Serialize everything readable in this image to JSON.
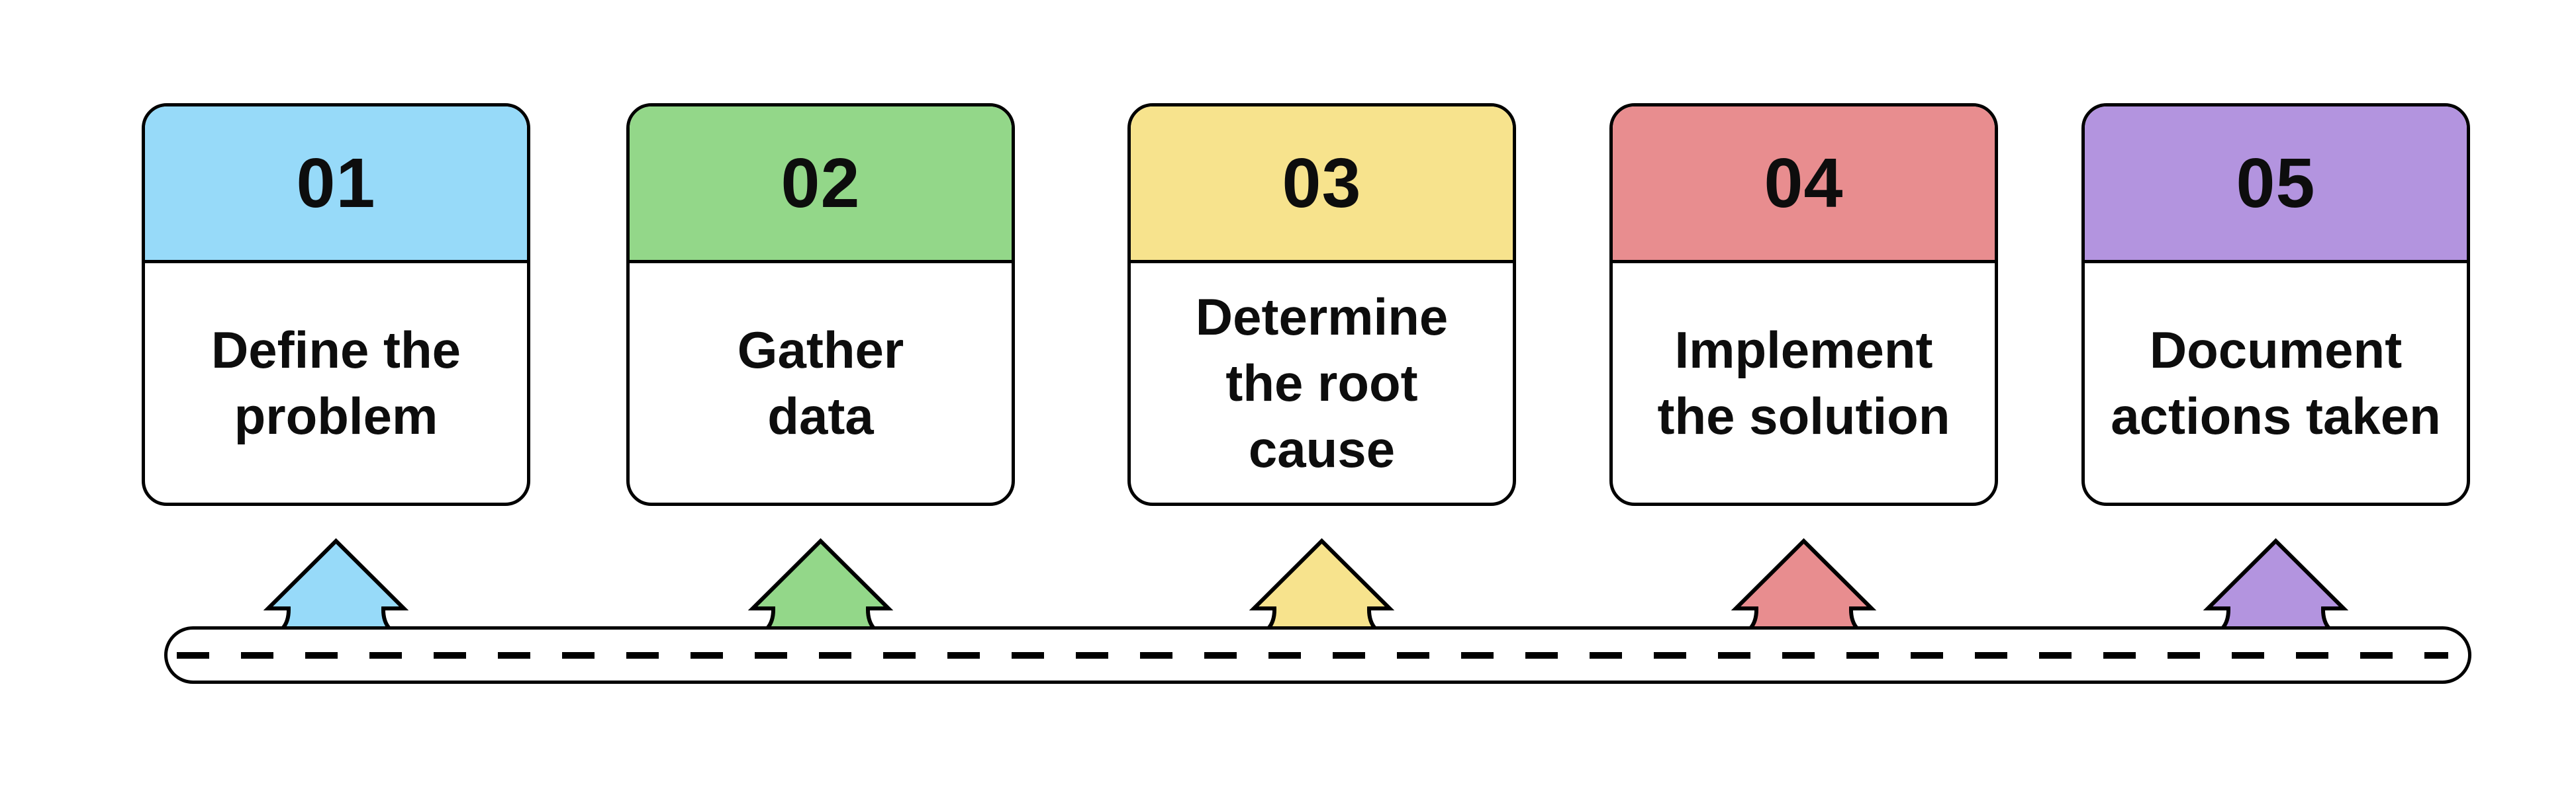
{
  "diagram": {
    "background": "#ffffff",
    "outline_color": "#000000",
    "text_color": "#0d0d0d",
    "steps": [
      {
        "number": "01",
        "title": "Define the problem",
        "lines": [
          "Define the",
          "problem"
        ],
        "color": "#97DAF9"
      },
      {
        "number": "02",
        "title": "Gather data",
        "lines": [
          "Gather",
          "data"
        ],
        "color": "#93D789"
      },
      {
        "number": "03",
        "title": "Determine the root cause",
        "lines": [
          "Determine",
          "the root",
          "cause"
        ],
        "color": "#F7E38D"
      },
      {
        "number": "04",
        "title": "Implement the solution",
        "lines": [
          "Implement",
          "the solution"
        ],
        "color": "#E88D8F"
      },
      {
        "number": "05",
        "title": "Document actions taken",
        "lines": [
          "Document",
          "actions taken"
        ],
        "color": "#B394DF"
      }
    ],
    "timeline": {
      "style": "dashed-road"
    }
  }
}
